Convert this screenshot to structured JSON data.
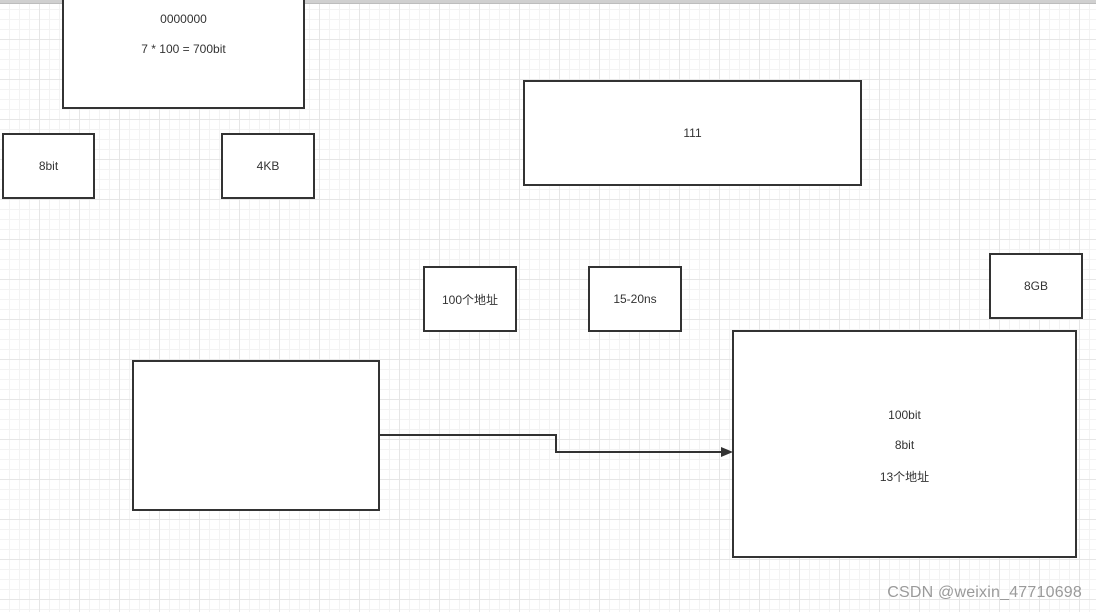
{
  "shapes": {
    "memory_top_box": {
      "line1": "0000000",
      "line2": "7 * 100 = 700bit"
    },
    "box_8bit": "8bit",
    "box_4kb": "4KB",
    "box_111": "111",
    "box_100_addresses": "100个地址",
    "box_15_20ns": "15-20ns",
    "box_8gb": "8GB",
    "big_memory_box": {
      "line1": "100bit",
      "line2": "8bit",
      "line3": "13个地址"
    }
  },
  "watermark": "CSDN @weixin_47710698",
  "colors": {
    "stroke": "#333333",
    "grid_major": "#e6e6e6",
    "grid_minor": "#f3f3f3",
    "watermark": "#9a9a9a"
  }
}
